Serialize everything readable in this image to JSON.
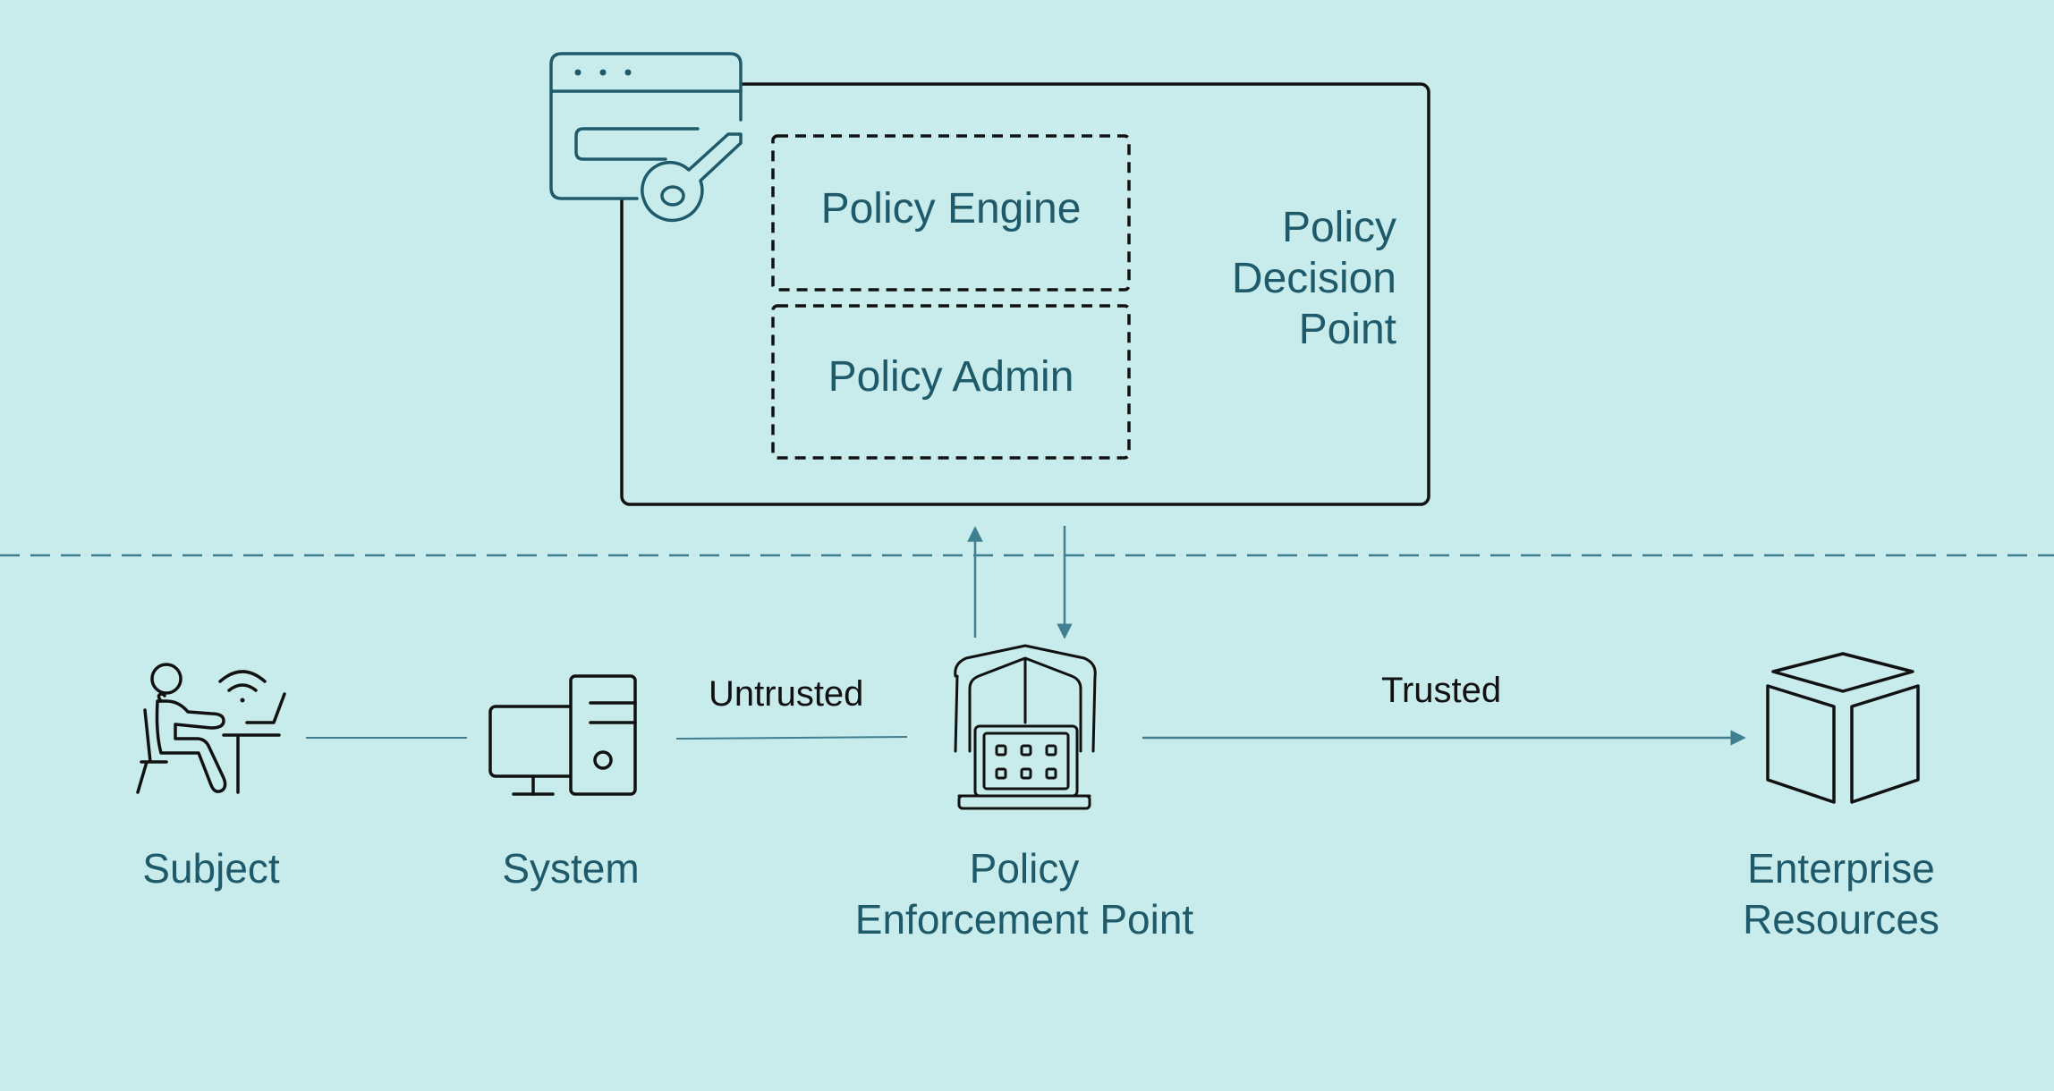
{
  "policy_decision_point": {
    "title_lines": [
      "Policy",
      "Decision",
      "Point"
    ],
    "components": {
      "engine": "Policy Engine",
      "admin": "Policy Admin"
    }
  },
  "edges": {
    "untrusted": "Untrusted",
    "trusted": "Trusted"
  },
  "nodes": {
    "subject": "Subject",
    "system": "System",
    "pep_line1": "Policy",
    "pep_line2": "Enforcement Point",
    "resources_line1": "Enterprise",
    "resources_line2": "Resources"
  },
  "icons": {
    "pdp": "browser-key-icon",
    "subject": "person-at-laptop-icon",
    "system": "desktop-computer-icon",
    "pep": "shielded-laptop-icon",
    "resources": "cube-icon"
  },
  "colors": {
    "background": "#c8ecec",
    "accent": "#1f5a6b",
    "line": "#3f7f90",
    "stroke": "#111111"
  }
}
